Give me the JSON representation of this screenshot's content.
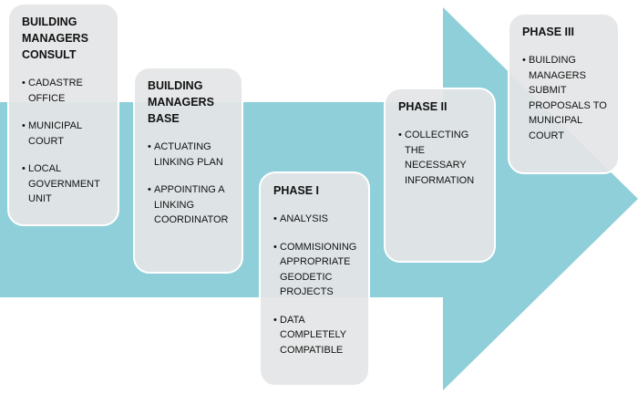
{
  "colors": {
    "arrow": "#8ecfda",
    "box_fill": "#e4e5e6",
    "box_border": "#ffffff",
    "text": "#111111"
  },
  "boxes": [
    {
      "title": "BUILDING\nMANAGERS\nCONSULT",
      "items": [
        "CADASTRE\nOFFICE",
        "MUNICIPAL\nCOURT",
        "LOCAL\nGOVERNMENT\nUNIT"
      ]
    },
    {
      "title": "BUILDING\nMANAGERS\nBASE",
      "items": [
        "ACTUATING\nLINKING PLAN",
        "APPOINTING A\nLINKING\nCOORDINATOR"
      ]
    },
    {
      "title": "PHASE I",
      "items": [
        "ANALYSIS",
        "COMMISIONING\nAPPROPRIATE\nGEODETIC\nPROJECTS",
        "DATA\nCOMPLETELY\nCOMPATIBLE"
      ]
    },
    {
      "title": "PHASE II",
      "items": [
        "COLLECTING\nTHE NECESSARY\nINFORMATION"
      ]
    },
    {
      "title": "PHASE III",
      "items": [
        "BUILDING\nMANAGERS SUBMIT\nPROPOSALS TO\nMUNICIPAL COURT"
      ]
    }
  ]
}
